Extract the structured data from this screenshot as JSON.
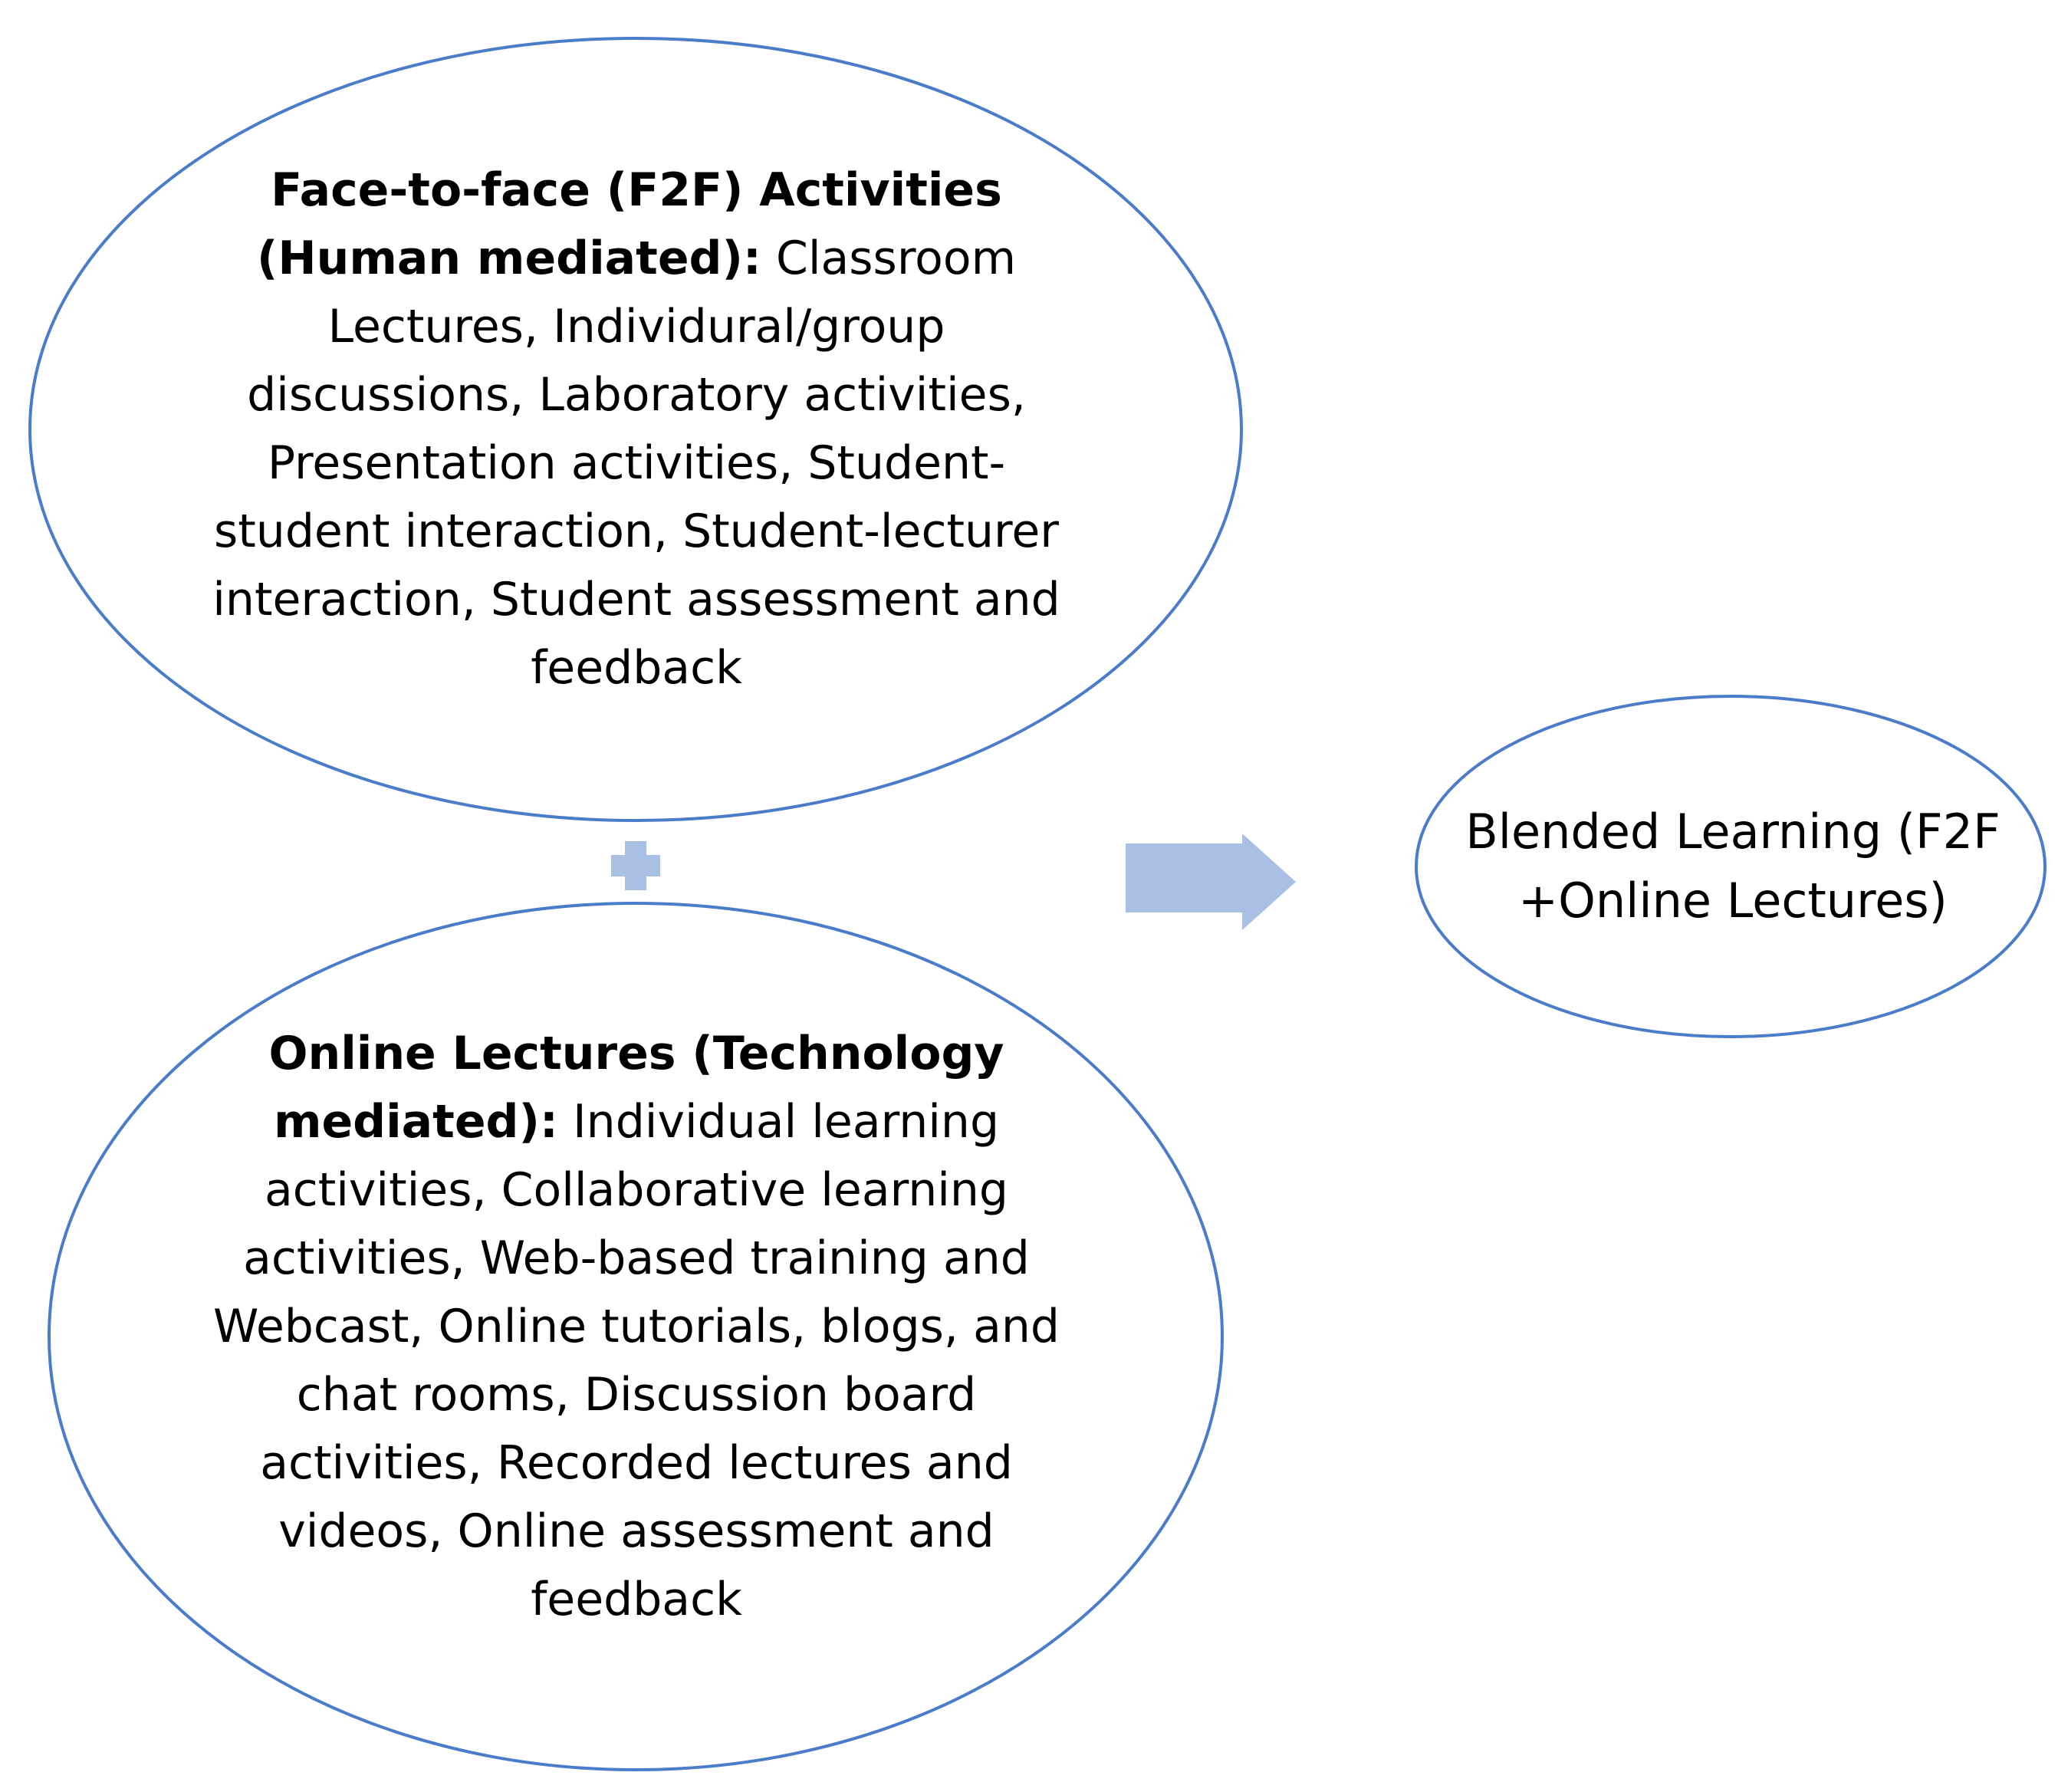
{
  "diagram": {
    "nodes": [
      {
        "id": "f2f",
        "bold": "Face-to-face (F2F) Activities (Human mediated):",
        "text": " Classroom Lectures, Individural/group discussions, Laboratory activities, Presentation activities, Student-student interaction, Student-lecturer interaction, Student assessment and feedback"
      },
      {
        "id": "online",
        "bold": "Online Lectures (Technology mediated):",
        "text": " Individual learning activities, Collaborative learning activities, Web-based training and Webcast, Online tutorials, blogs, and chat rooms, Discussion board activities, Recorded lectures and videos, Online assessment and feedback"
      },
      {
        "id": "blended",
        "text": "Blended Learning (F2F +Online Lectures)"
      }
    ],
    "connectors": [
      {
        "type": "plus",
        "between": [
          "f2f",
          "online"
        ]
      },
      {
        "type": "arrow",
        "from": [
          "f2f",
          "online"
        ],
        "to": "blended"
      }
    ],
    "colors": {
      "ellipse_stroke": "#4a7cc9",
      "connector_fill": "#a9bfe3",
      "background": "#ffffff",
      "text": "#000000"
    }
  }
}
